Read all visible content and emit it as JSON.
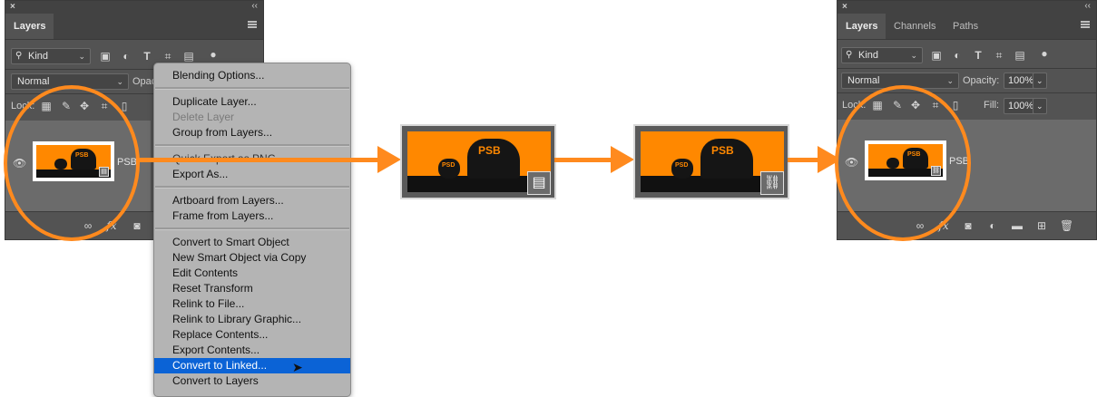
{
  "left_panel": {
    "close": "×",
    "collapse": "‹‹",
    "tabs": [
      "Layers"
    ],
    "filter_kind": "Kind",
    "blend_mode": "Normal",
    "opacity_label": "Opac",
    "lock_label": "Lock:",
    "layer_name": "PSB",
    "fx_label": "fx"
  },
  "right_panel": {
    "close": "×",
    "collapse": "‹‹",
    "tabs": [
      "Layers",
      "Channels",
      "Paths"
    ],
    "filter_kind": "Kind",
    "blend_mode": "Normal",
    "opacity_label": "Opacity:",
    "opacity_value": "100%",
    "lock_label": "Lock:",
    "fill_label": "Fill:",
    "fill_value": "100%",
    "layer_name": "PSB",
    "fx_label": "fx"
  },
  "thumbnail": {
    "big_label": "PSB",
    "small_label": "PSD"
  },
  "context_menu": {
    "items": [
      "Blending Options...",
      "Duplicate Layer...",
      "Delete Layer",
      "Group from Layers...",
      "Quick Export as PNG",
      "Export As...",
      "Artboard from Layers...",
      "Frame from Layers...",
      "Convert to Smart Object",
      "New Smart Object via Copy",
      "Edit Contents",
      "Reset Transform",
      "Relink to File...",
      "Relink to Library Graphic...",
      "Replace Contents...",
      "Export Contents...",
      "Convert to Linked...",
      "Convert to Layers"
    ],
    "disabled_item": "Delete Layer",
    "selected_item": "Convert to Linked..."
  },
  "colors": {
    "accent_orange": "#ff8a1e",
    "thumb_orange": "#ff8800",
    "selection_blue": "#0b63d6",
    "panel_gray": "#535353"
  },
  "icons": [
    "search-icon",
    "image-filter-icon",
    "adjustment-filter-icon",
    "type-filter-icon",
    "shape-filter-icon",
    "smart-object-filter-icon",
    "filter-toggle-icon",
    "eye-icon",
    "smart-object-badge-icon",
    "linked-badge-icon",
    "link-icon",
    "fx-icon",
    "mask-icon",
    "adjustment-icon",
    "folder-icon",
    "new-layer-icon",
    "trash-icon",
    "hamburger-menu-icon",
    "cursor-icon"
  ]
}
